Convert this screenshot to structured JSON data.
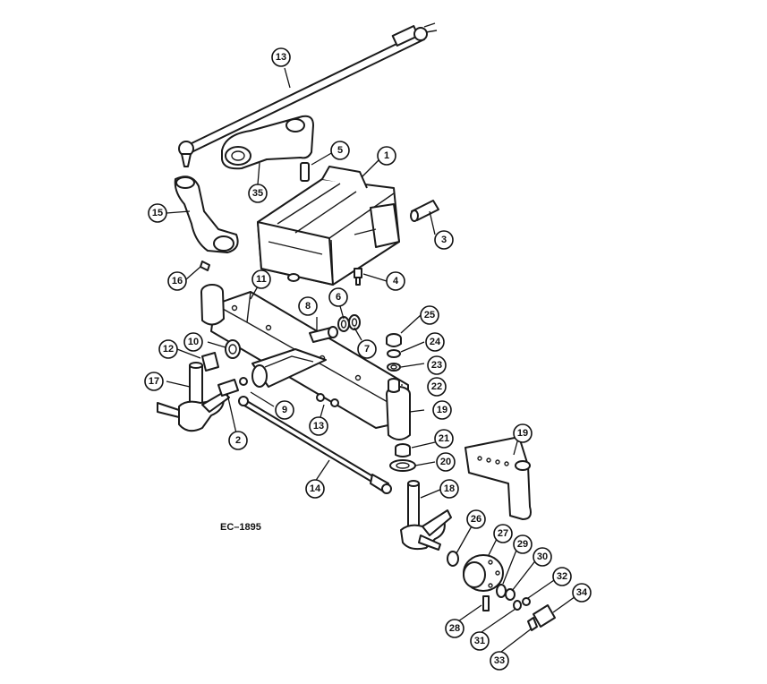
{
  "figure_ref": "EC–1895",
  "callouts": [
    "13",
    "5",
    "1",
    "35",
    "15",
    "3",
    "4",
    "16",
    "11",
    "8",
    "6",
    "25",
    "10",
    "12",
    "7",
    "24",
    "23",
    "17",
    "22",
    "9",
    "13",
    "19",
    "2",
    "21",
    "19",
    "20",
    "14",
    "18",
    "26",
    "27",
    "29",
    "30",
    "32",
    "34",
    "28",
    "31",
    "33"
  ],
  "colors": {
    "line": "#1a1a1a",
    "background": "#ffffff"
  }
}
